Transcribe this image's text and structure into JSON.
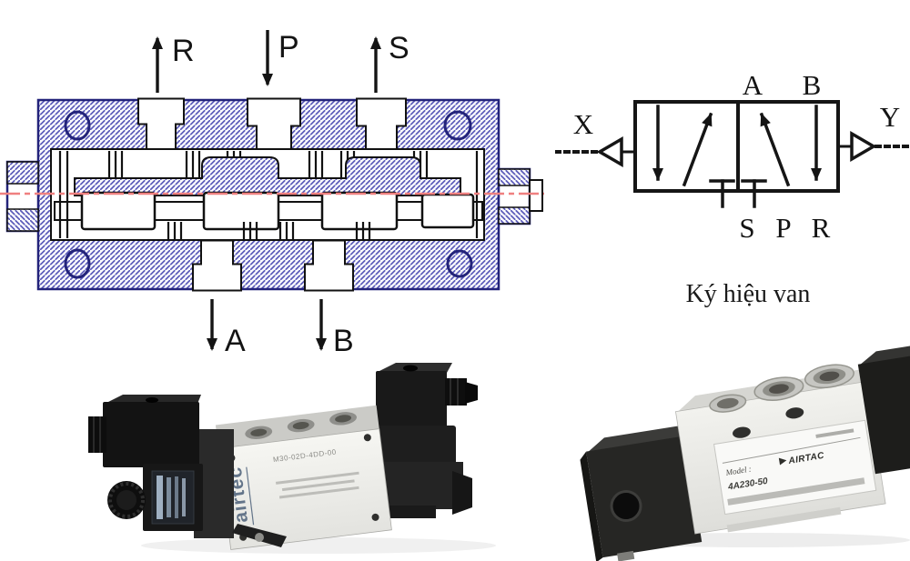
{
  "cross_section": {
    "ports_top": [
      {
        "label": "R",
        "direction": "up"
      },
      {
        "label": "P",
        "direction": "down"
      },
      {
        "label": "S",
        "direction": "up"
      }
    ],
    "ports_bottom": [
      {
        "label": "A",
        "direction": "down"
      },
      {
        "label": "B",
        "direction": "down"
      }
    ],
    "colors": {
      "hatch": "#5b5bb9",
      "outline": "#23237a",
      "centerline": "#ef8080"
    }
  },
  "symbol": {
    "port_a": "A",
    "port_b": "B",
    "pilot_x": "X",
    "pilot_y": "Y",
    "port_s": "S",
    "port_p": "P",
    "port_r": "R",
    "caption": "Ký hiệu van"
  },
  "left_valve": {
    "brand": "airtec",
    "part_number": "M30-02D-4DD-00"
  },
  "right_valve": {
    "model_label": "Model :",
    "model_value": "4A230-50",
    "brand": "AIRTAC"
  }
}
